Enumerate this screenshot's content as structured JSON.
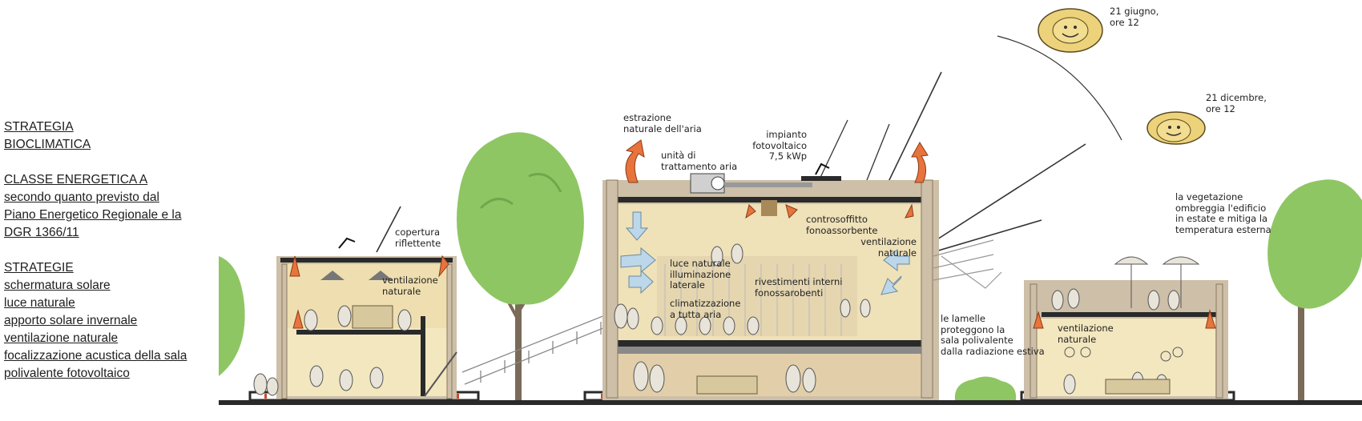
{
  "left_panel": {
    "strategy_title": [
      "STRATEGIA",
      "BIOCLIMATICA"
    ],
    "energy_title": "CLASSE ENERGETICA A",
    "energy_note": [
      "secondo quanto previsto dal",
      "Piano Energetico Regionale e la",
      "DGR 1366/11"
    ],
    "strategies_title": "STRATEGIE",
    "strategies": [
      "schermatura solare",
      "luce naturale",
      "apporto solare invernale",
      "ventilazione naturale",
      "focalizzazione acustica della sala",
      "polivalente fotovoltaico"
    ]
  },
  "annotations": {
    "sun_june": "21 giugno,\nore 12",
    "sun_december": "21 dicembre,\nore 12",
    "air_extraction": "estrazione\nnaturale dell'aria",
    "air_unit": "unità di\ntrattamento aria",
    "pv_plant": "impianto\nfotovoltaico\n7,5 kWp",
    "reflective_roof": "copertura\nriflettente",
    "ventilation_left": "ventilazione\nnaturale",
    "acoustic_ceiling": "controsoffitto\nfonoassorbente",
    "ventilation_center": "ventilazione\nnaturale",
    "side_daylight": "luce naturale\nilluminazione\nlaterale",
    "acoustic_lining": "rivestimenti interni\nfonossarobenti",
    "all_air": "climatizzazione\na tutta aria",
    "louvres": "le lamelle\nproteggono la\nsala polivalente\ndalla radiazione estiva",
    "vegetation": "la vegetazione\nombreggia l'edificio\nin estate e mitiga la\ntemperatura esterna",
    "ventilation_right": "ventilazione\nnaturale"
  },
  "colors": {
    "tree": "#8fc664",
    "tree_dark": "#6fa84a",
    "trunk": "#7a6a58",
    "wall": "#cdbfa8",
    "interior": "#f3e7bf",
    "hall_floor": "#d9c8a6",
    "arrow_air": "#e8743b",
    "arrow_cool": "#bcd7ea",
    "sun": "#ecd27a",
    "ground": "#2a2a2a",
    "ground_marks": "#d04a2a"
  }
}
